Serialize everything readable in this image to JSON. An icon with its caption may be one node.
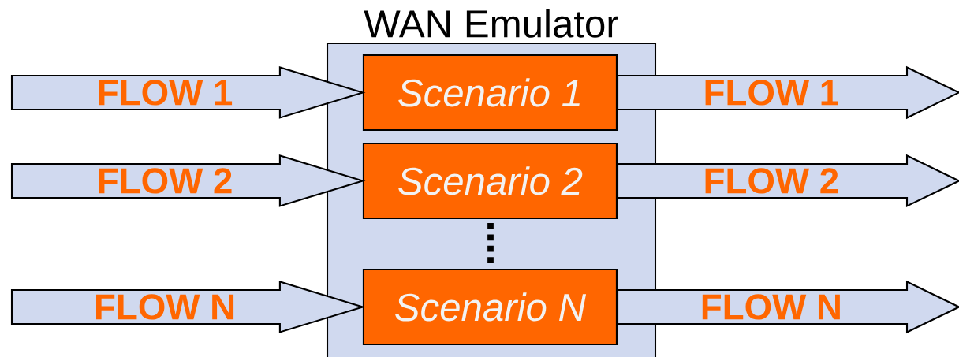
{
  "diagram": {
    "nodes": [
      {
        "text": [
          "WAN Emulator"
        ]
      },
      {
        "text": [
          "Scenario 1"
        ],
        "in": 0
      },
      {
        "text": [
          "Scenario 2"
        ],
        "in": 0
      },
      {
        "text": [
          "Scenario N"
        ],
        "in": 0
      }
    ],
    "edges": [
      {
        "from": null,
        "to": 1,
        "arrow": "to",
        "label": "FLOW 1"
      },
      {
        "from": 1,
        "to": null,
        "arrow": "to",
        "label": "FLOW 1"
      },
      {
        "from": null,
        "to": 2,
        "arrow": "to",
        "label": "FLOW 2"
      },
      {
        "from": 2,
        "to": null,
        "arrow": "to",
        "label": "FLOW 2"
      },
      {
        "from": null,
        "to": 3,
        "arrow": "to",
        "label": "FLOW N"
      },
      {
        "from": 3,
        "to": null,
        "arrow": "to",
        "label": "FLOW N"
      }
    ]
  }
}
